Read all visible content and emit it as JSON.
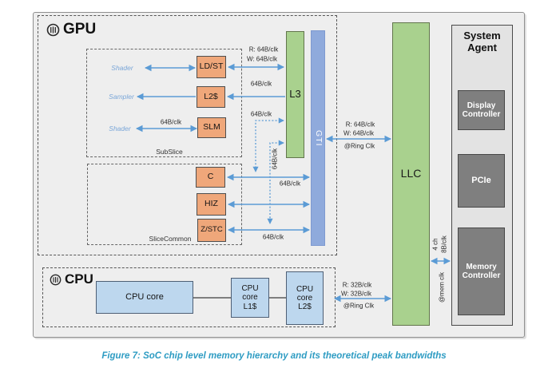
{
  "caption": "Figure 7: SoC chip level memory hierarchy and its theoretical peak bandwidths",
  "caption_color": "#2e9cc3",
  "arrow_color": "#5b9bd5",
  "gpu": {
    "title": "GPU",
    "subslice": {
      "label": "SubSlice",
      "shader1": "Shader",
      "sampler": "Sampler",
      "shader2": "Shader",
      "ldst": "LD/ST",
      "l2": "L2$",
      "slm": "SLM",
      "slm_bw": "64B/clk",
      "ldst_l3_r": "R: 64B/clk",
      "ldst_l3_w": "W: 64B/clk",
      "l2_l3_bw": "64B/clk"
    },
    "slicecommon": {
      "label": "SliceCommon",
      "c": "C",
      "hiz": "HIZ",
      "zstc": "Z/STC",
      "c_gti_bw": "64B/clk",
      "zstc_gti_bw": "64B/clk"
    },
    "l3_label": "L3",
    "l3_dotted1_bw": "64B/clk",
    "l3_dotted2_bw": "64B/clk",
    "gti_label": "GTI"
  },
  "llc_label": "LLC",
  "gti_llc": {
    "r": "R: 64B/clk",
    "w": "W: 64B/clk",
    "clk": "@Ring Clk"
  },
  "cpu_llc": {
    "r": "R: 32B/clk",
    "w": "W: 32B/clk",
    "clk": "@Ring Clk"
  },
  "llc_mem": {
    "ch": "4 ch",
    "bw": "8B/clk",
    "clk": "@mem clk"
  },
  "system_agent": {
    "title": "System Agent",
    "display": "Display Controller",
    "pcie": "PCIe",
    "memory": "Memory Controller"
  },
  "cpu": {
    "title": "CPU",
    "core": "CPU core",
    "l1": "CPU core L1$",
    "l2": "CPU core L2$"
  }
}
